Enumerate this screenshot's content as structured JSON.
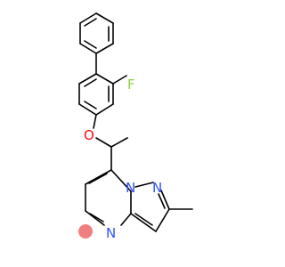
{
  "molecule": {
    "atoms": [
      {
        "id": "fluorine",
        "symbol": "F",
        "color": "#8fcf3f"
      },
      {
        "id": "ether-oxygen",
        "symbol": "O",
        "color": "#ff0d0d"
      },
      {
        "id": "pyrazole-n-bridge",
        "symbol": "N",
        "color": "#3050f8"
      },
      {
        "id": "pyrazole-n2",
        "symbol": "N",
        "color": "#3050f8"
      },
      {
        "id": "pyrimidine-n4",
        "symbol": "N",
        "color": "#3050f8"
      }
    ],
    "highlight": {
      "atom": "pyrimidine-c5",
      "color": "#f08080"
    }
  }
}
